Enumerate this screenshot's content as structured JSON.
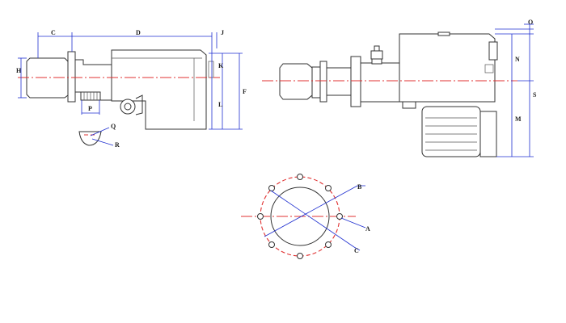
{
  "labels": {
    "C": "C",
    "D": "D",
    "J": "J",
    "H": "H",
    "K": "K",
    "L": "L",
    "F": "F",
    "P": "P",
    "Q": "Q",
    "R": "R",
    "O": "O",
    "N": "N",
    "S": "S",
    "M": "M",
    "A": "A",
    "B": "B",
    "C2": "C"
  },
  "colors": {
    "outline": "#333333",
    "dimension": "#1f2fd0",
    "centerline": "#e03030"
  }
}
